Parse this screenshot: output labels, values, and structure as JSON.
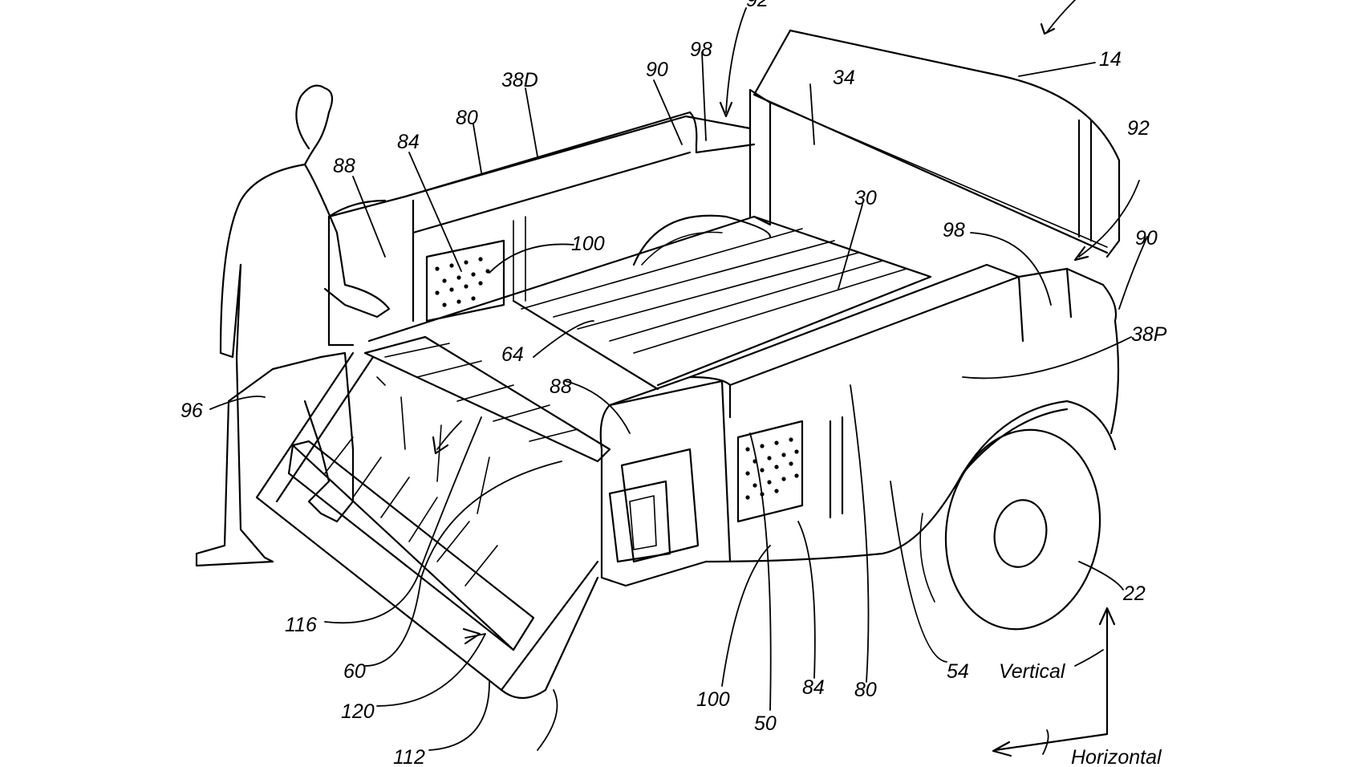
{
  "figure": {
    "reference_numerals": [
      {
        "id": "14",
        "text": "14"
      },
      {
        "id": "34",
        "text": "34"
      },
      {
        "id": "92",
        "text": "92"
      },
      {
        "id": "98a",
        "text": "98"
      },
      {
        "id": "90a",
        "text": "90"
      },
      {
        "id": "38D",
        "text": "38D"
      },
      {
        "id": "80a",
        "text": "80"
      },
      {
        "id": "84a",
        "text": "84"
      },
      {
        "id": "88a",
        "text": "88"
      },
      {
        "id": "100a",
        "text": "100"
      },
      {
        "id": "30",
        "text": "30"
      },
      {
        "id": "98b",
        "text": "98"
      },
      {
        "id": "92b",
        "text": "92"
      },
      {
        "id": "90b",
        "text": "90"
      },
      {
        "id": "38P",
        "text": "38P"
      },
      {
        "id": "64",
        "text": "64"
      },
      {
        "id": "88b",
        "text": "88"
      },
      {
        "id": "96",
        "text": "96"
      },
      {
        "id": "116",
        "text": "116"
      },
      {
        "id": "60",
        "text": "60"
      },
      {
        "id": "120",
        "text": "120"
      },
      {
        "id": "112",
        "text": "112"
      },
      {
        "id": "100b",
        "text": "100"
      },
      {
        "id": "50",
        "text": "50"
      },
      {
        "id": "84b",
        "text": "84"
      },
      {
        "id": "80b",
        "text": "80"
      },
      {
        "id": "54",
        "text": "54"
      },
      {
        "id": "22",
        "text": "22"
      }
    ],
    "axes": {
      "vertical": "Vertical",
      "horizontal": "Horizontal"
    }
  }
}
